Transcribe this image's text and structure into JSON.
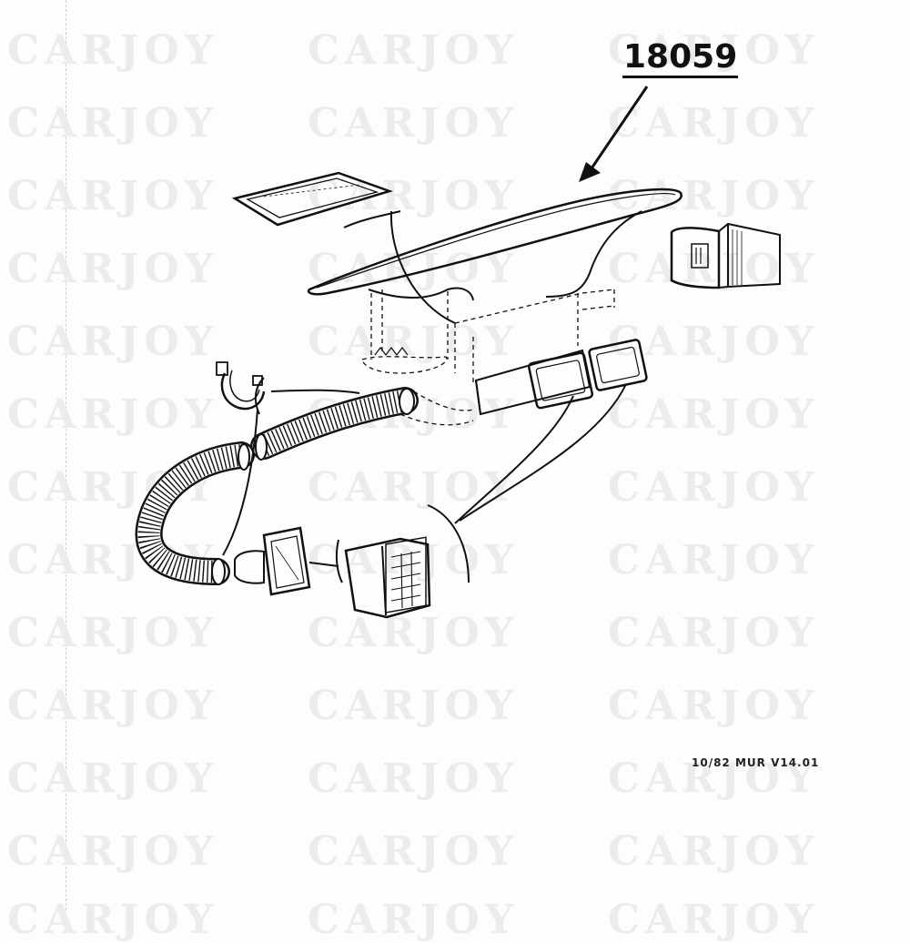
{
  "watermark": {
    "text": "CARJOY",
    "color": "#ececec"
  },
  "callout": {
    "part_number": "18059"
  },
  "footer": {
    "code": "10/82  MUR  V14.01"
  },
  "parts": [
    {
      "id": "gasket-plate",
      "icon": "gasket-plate"
    },
    {
      "id": "dash-trim-panel",
      "icon": "dash-trim-panel"
    },
    {
      "id": "side-vent",
      "icon": "side-vent"
    },
    {
      "id": "twin-center-vents",
      "icon": "twin-center-vents"
    },
    {
      "id": "hose-clamp",
      "icon": "hose-clamp"
    },
    {
      "id": "flex-duct-short",
      "icon": "flex-duct"
    },
    {
      "id": "flex-duct-curved",
      "icon": "flex-duct"
    },
    {
      "id": "duct-adapter",
      "icon": "duct-adapter"
    },
    {
      "id": "louvered-vent",
      "icon": "louvered-vent"
    }
  ]
}
